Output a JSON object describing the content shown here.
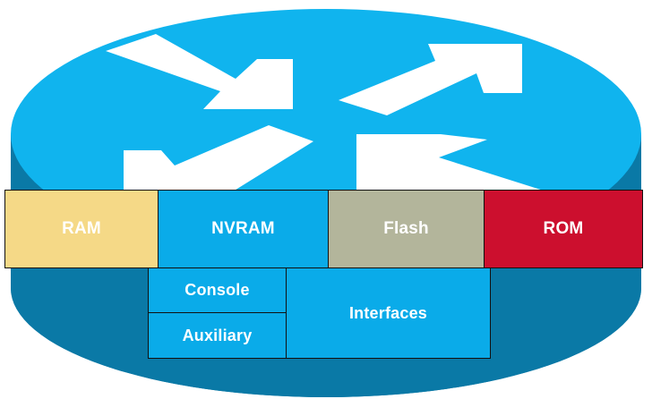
{
  "diagram": {
    "components": [
      {
        "id": "ram",
        "label": "RAM",
        "color": "#f5d987"
      },
      {
        "id": "nvram",
        "label": "NVRAM",
        "color": "#0aabe9"
      },
      {
        "id": "flash",
        "label": "Flash",
        "color": "#b3b59b"
      },
      {
        "id": "rom",
        "label": "ROM",
        "color": "#cc0f2e"
      },
      {
        "id": "console",
        "label": "Console",
        "color": "#0aabe9"
      },
      {
        "id": "auxiliary",
        "label": "Auxiliary",
        "color": "#0aabe9"
      },
      {
        "id": "interfaces",
        "label": "Interfaces",
        "color": "#0aabe9"
      }
    ],
    "colors": {
      "router_top": "#10b4ee",
      "router_side": "#0a79a6",
      "arrow": "#ffffff",
      "outline": "#111111"
    },
    "icon": "router-icon"
  }
}
